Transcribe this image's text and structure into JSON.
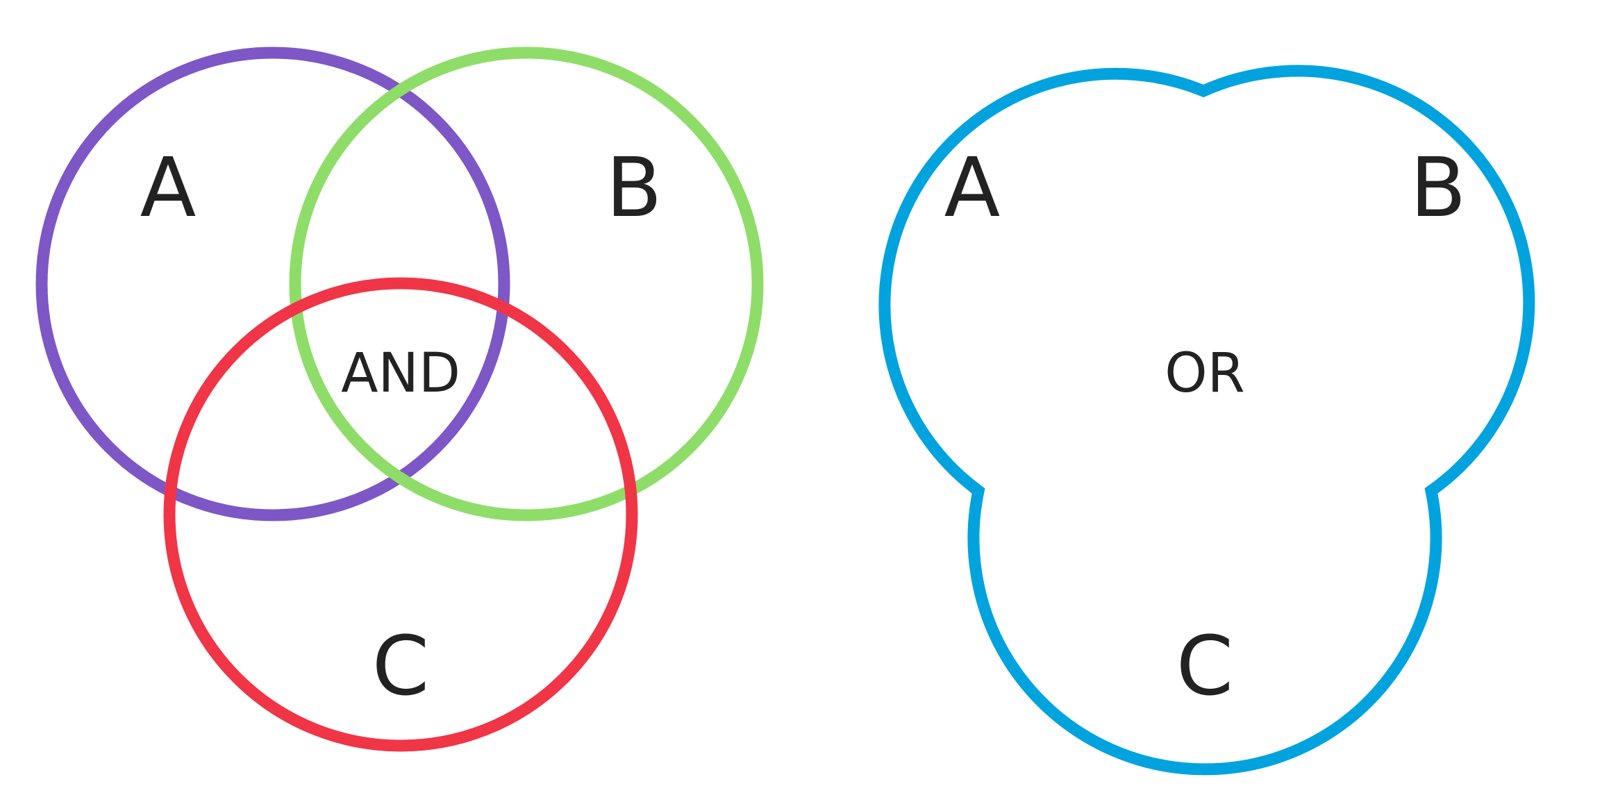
{
  "left_diagram": {
    "operator_label": "AND",
    "sets": [
      {
        "label": "A",
        "color": "#7e57c6"
      },
      {
        "label": "B",
        "color": "#8fdd69"
      },
      {
        "label": "C",
        "color": "#f03546"
      }
    ]
  },
  "right_diagram": {
    "operator_label": "OR",
    "outline_color": "#00a3de",
    "sets": [
      {
        "label": "A"
      },
      {
        "label": "B"
      },
      {
        "label": "C"
      }
    ]
  },
  "text_color": "#222222"
}
